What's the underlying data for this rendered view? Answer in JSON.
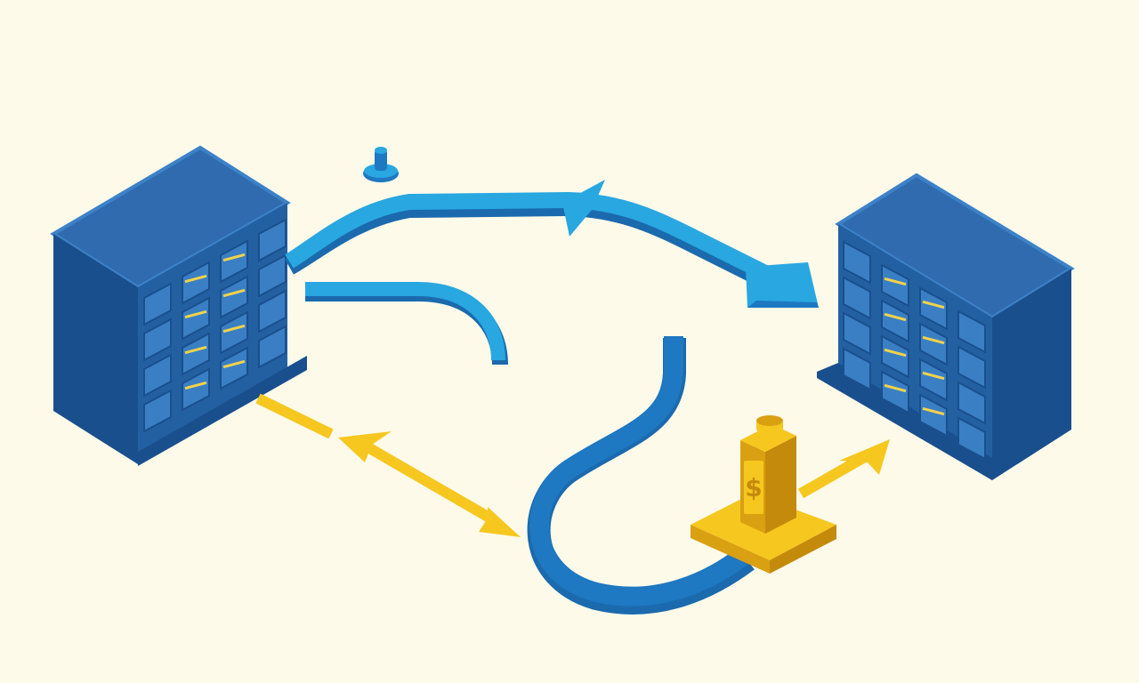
{
  "colors": {
    "background": "#FDFAEA",
    "server_top": "#2F6BAE",
    "server_front": "#2360A2",
    "server_side": "#1A4F8E",
    "server_edge": "#3D82C8",
    "window": "#3A7FC4",
    "window_lit": "#F2D24A",
    "pipe": "#29A7E0",
    "pipe_dark": "#1E78C2",
    "pipe_shade": "#1B6AAE",
    "gold": "#F6C71E",
    "gold_dark": "#D9A012",
    "gold_shade": "#C48A0C"
  },
  "diagram": {
    "nodes": [
      {
        "id": "server-left",
        "type": "server-rack"
      },
      {
        "id": "server-right",
        "type": "server-rack"
      },
      {
        "id": "payment-token",
        "type": "money-cylinder-on-tile",
        "symbol": "$"
      },
      {
        "id": "pin-marker",
        "type": "pin"
      }
    ],
    "edges": [
      {
        "id": "top-arrow",
        "from": "server-left",
        "to": "server-right",
        "direction": "forward"
      },
      {
        "id": "yellow-double-arrow",
        "direction": "both"
      },
      {
        "id": "yellow-arrow-right",
        "from": "payment-token",
        "direction": "forward"
      },
      {
        "id": "loop-pipe"
      },
      {
        "id": "curve-pipe"
      }
    ]
  }
}
